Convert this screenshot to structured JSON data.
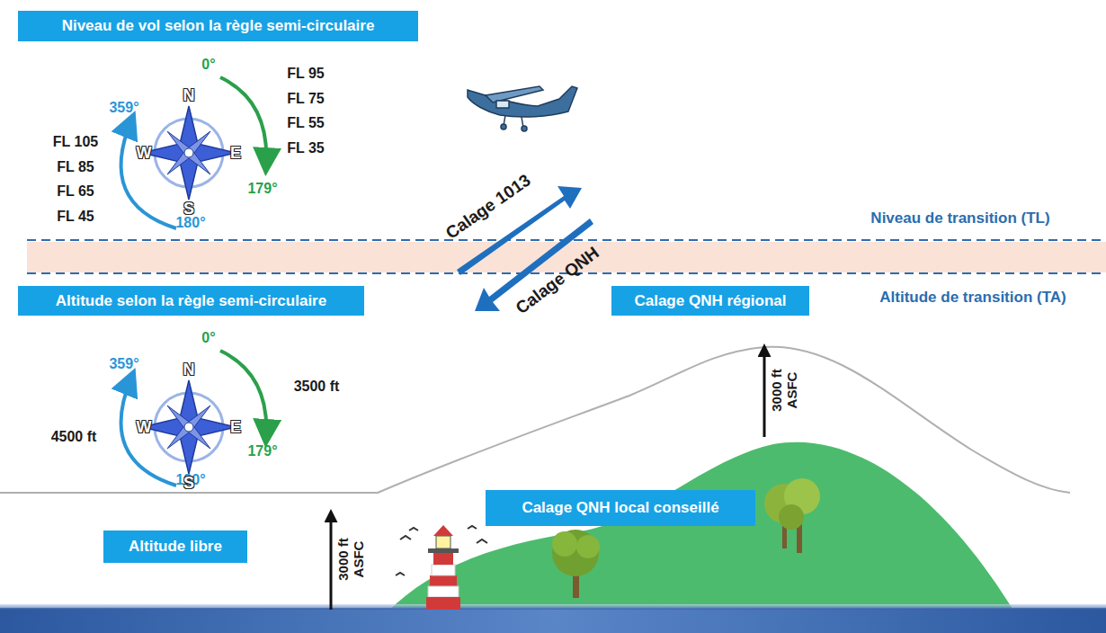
{
  "diagram": {
    "nodes": [
      {
        "text": [
          "Niveau de vol selon la règle semi-circulaire"
        ]
      },
      {
        "text": [
          "Altitude selon la règle semi-circulaire"
        ]
      },
      {
        "text": [
          "Calage QNH régional"
        ]
      },
      {
        "text": [
          "Calage QNH local conseillé"
        ]
      },
      {
        "text": [
          "Altitude libre"
        ]
      }
    ],
    "labels": [
      "0°",
      "359°",
      "179°",
      "180°",
      "FL 95",
      "FL 75",
      "FL 55",
      "FL 35",
      "FL 105",
      "FL 85",
      "FL 65",
      "FL 45",
      "N",
      "W",
      "E",
      "S",
      "0°",
      "359°",
      "3500 ft",
      "179°",
      "4500 ft",
      "180°",
      "N",
      "W",
      "E",
      "S",
      "Calage 1013",
      "Calage QNH",
      "Niveau de transition (TL)",
      "Altitude de transition (TA)",
      "3000 ft ASFC",
      "3000 ft ASFC"
    ]
  }
}
